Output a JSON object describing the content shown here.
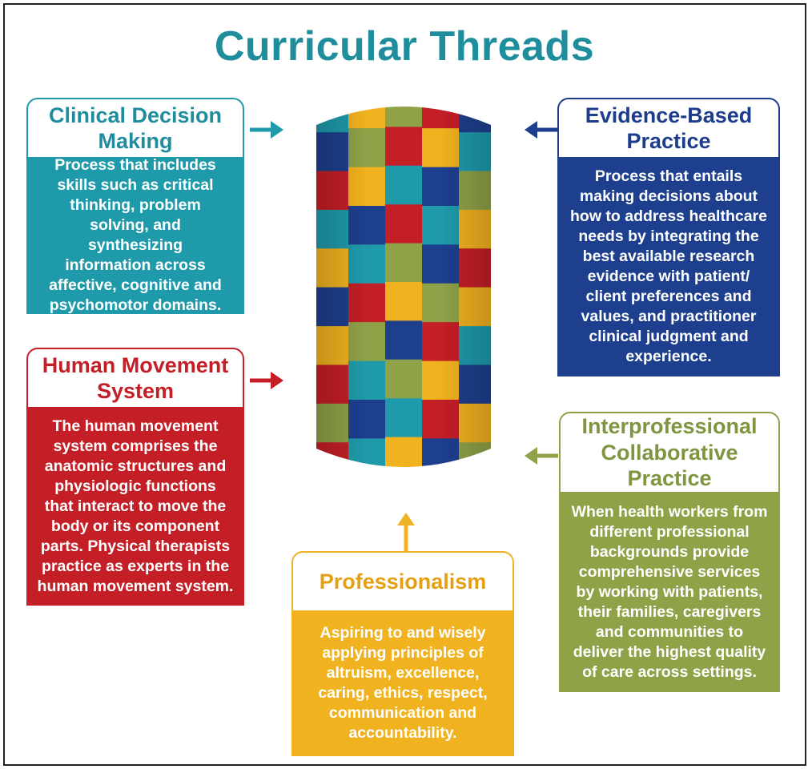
{
  "title": "Curricular Threads",
  "colors": {
    "teal": "#1f9aab",
    "navy": "#1d3f8e",
    "red": "#c41e26",
    "olive": "#8fa248",
    "gold": "#f1b21f",
    "title": "#1e8e9c"
  },
  "cards": {
    "clinical": {
      "heading": [
        "Clinical Decision",
        "Making"
      ],
      "body": [
        "Process that includes",
        "skills such as critical",
        "thinking, problem",
        "solving, and synthesizing",
        "information across",
        "affective, cognitive and",
        "psychomotor domains."
      ]
    },
    "evidence": {
      "heading": [
        "Evidence-Based",
        "Practice"
      ],
      "body": [
        "Process that entails",
        "making decisions about",
        "how to address healthcare",
        "needs by integrating the",
        "best available research",
        "evidence with patient/",
        "client preferences and",
        "values, and practitioner",
        "clinical judgment and",
        "experience."
      ]
    },
    "human": {
      "heading": [
        "Human Movement",
        "System"
      ],
      "body": [
        "The human movement",
        "system comprises the",
        "anatomic structures and",
        "physiologic functions",
        "that interact to move the",
        "body or its component",
        "parts. Physical therapists",
        "practice as experts in the",
        "human movement system."
      ]
    },
    "inter": {
      "heading": [
        "Interprofessional",
        "Collaborative",
        "Practice"
      ],
      "body": [
        "When health workers from",
        "different professional",
        "backgrounds provide",
        "comprehensive services",
        "by working with patients,",
        "their families, caregivers",
        "and communities to",
        "deliver the highest quality",
        "of care across settings."
      ]
    },
    "prof": {
      "heading": [
        "Professionalism"
      ],
      "body": [
        "Aspiring to and wisely",
        "applying principles of",
        "altruism, excellence,",
        "caring, ethics, respect,",
        "communication and",
        "accountability."
      ]
    }
  },
  "cylinder_rows": [
    [
      "teal",
      "gold",
      "olive",
      "red",
      "navy"
    ],
    [
      "navy",
      "olive",
      "red",
      "gold",
      "teal"
    ],
    [
      "red",
      "gold",
      "teal",
      "navy",
      "olive"
    ],
    [
      "teal",
      "navy",
      "red",
      "teal",
      "gold"
    ],
    [
      "gold",
      "teal",
      "olive",
      "navy",
      "red"
    ],
    [
      "navy",
      "red",
      "gold",
      "olive",
      "gold"
    ],
    [
      "gold",
      "olive",
      "navy",
      "red",
      "teal"
    ],
    [
      "red",
      "teal",
      "olive",
      "gold",
      "navy"
    ],
    [
      "olive",
      "navy",
      "teal",
      "red",
      "gold"
    ],
    [
      "red",
      "teal",
      "gold",
      "navy",
      "olive"
    ]
  ]
}
